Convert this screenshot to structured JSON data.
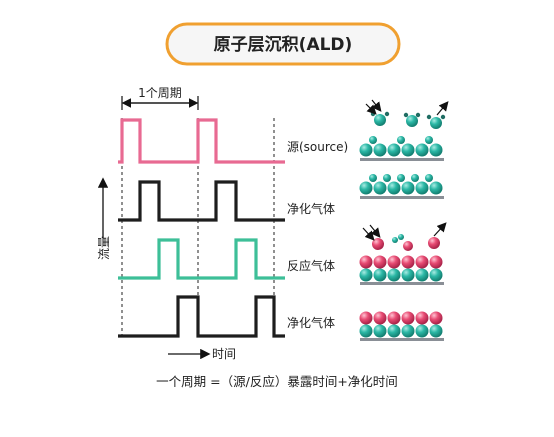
{
  "title": "原子层沉积(ALD)",
  "period_label": "1个周期",
  "y_axis_label": "流量",
  "x_axis_label": "时间",
  "rows": [
    {
      "label": "源(source)",
      "color": "#e86a92"
    },
    {
      "label": "净化气体",
      "color": "#1e1e1e"
    },
    {
      "label": "反应气体",
      "color": "#3dbf98"
    },
    {
      "label": "净化气体",
      "color": "#1e1e1e"
    }
  ],
  "formula": "一个周期 =（源/反应）暴露时间+净化时间",
  "colors": {
    "pill_border": "#f0a030",
    "teal_atom": "#2bb8a6",
    "pink_atom": "#e84c74",
    "substrate": "#8a8f96"
  }
}
